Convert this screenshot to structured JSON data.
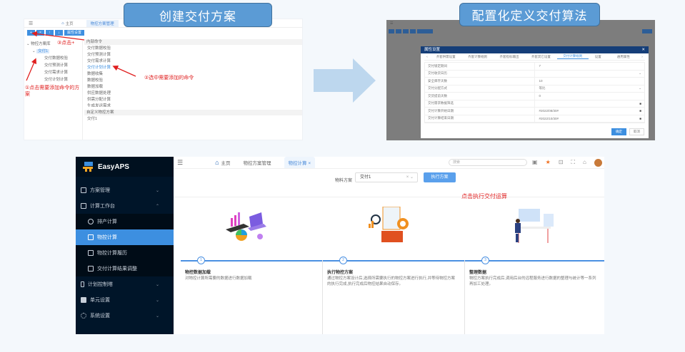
{
  "callouts": {
    "create": "创建交付方案",
    "configure": "配置化定义交付算法"
  },
  "panel1": {
    "header": {
      "home": "主页",
      "tab": "物控方案管理"
    },
    "toolbar": {
      "buttons": [
        "+",
        "×",
        "↑",
        "↓"
      ],
      "prop_label": "属性设置"
    },
    "tree": {
      "root": "物控方案库",
      "scheme": "交付1",
      "children": [
        "交付数据校验",
        "交付预测计算",
        "交付需求计算",
        "交付计划计算"
      ]
    },
    "commands": {
      "internal_header": "内部命令",
      "internal": [
        "交付数据校验",
        "交付预测计算",
        "交付需求计算",
        "交付计划计算",
        "数据收集",
        "数据校验",
        "数据加载",
        "供应数据处理",
        "供需分配计算",
        "生成发运需求"
      ],
      "custom_header": "自定义物控方案",
      "custom": [
        "交付1"
      ]
    },
    "annotations": {
      "step1": "①点击需要添加命令的方案",
      "step2": "②选中需要添加的命令",
      "step3": "③点击+"
    }
  },
  "panel2": {
    "dialog_title": "属性设置",
    "tabs": [
      "齐套供需设置",
      "齐套计算规则",
      "齐套指标输出",
      "齐套其它设置",
      "交付计算规则",
      "设置",
      "通用属性"
    ],
    "active_tab": "交付计算规则",
    "rows": [
      {
        "key": "交付锁定期间",
        "value": "7",
        "icon": ""
      },
      {
        "key": "交付收货日历",
        "value": "",
        "icon": "chevron"
      },
      {
        "key": "安全库存天数",
        "value": "10",
        "icon": ""
      },
      {
        "key": "交付分配方式",
        "value": "等比",
        "icon": "chevron"
      },
      {
        "key": "交货提前天数",
        "value": "0",
        "icon": ""
      },
      {
        "key": "交付需求数据筛选",
        "value": "",
        "icon": "edit"
      },
      {
        "key": "交付计算开始日期",
        "value": "#2022/08/30#",
        "icon": "edit"
      },
      {
        "key": "交付计算结束日期",
        "value": "#2022/10/30#",
        "icon": "edit"
      }
    ],
    "ok": "确定",
    "cancel": "取消"
  },
  "app": {
    "brand": "EasyAPS",
    "menu": [
      {
        "label": "方案管理",
        "chev": "⌄"
      },
      {
        "label": "计算工作台",
        "chev": "⌃"
      }
    ],
    "submenu": [
      "排产计算",
      "物控计算",
      "物控计算履历",
      "交付计算结果调整"
    ],
    "menu2": [
      {
        "label": "计划控制塔",
        "chev": "⌄"
      },
      {
        "label": "单元设置",
        "chev": "⌄"
      },
      {
        "label": "系统设置",
        "chev": "⌄"
      }
    ],
    "header": {
      "home": "主页",
      "tab1": "物控方案管理",
      "tab2": "物控计算",
      "search_placeholder": "搜索"
    },
    "filter": {
      "label": "物料方案",
      "value": "交付1",
      "run": "执行方案"
    },
    "annotation_run": "点击执行交付运算",
    "steps": [
      {
        "num": "1",
        "title": "物控数据加载",
        "desc": "对物控计算所需要的数据进行数据加载"
      },
      {
        "num": "2",
        "title": "执行物控方案",
        "desc": "通过物控方案设计后,选择所需要执行的物控方案进行执行,并等待物控方案的执行完成,执行完成后物控结果自动保存。"
      },
      {
        "num": "3",
        "title": "整理数据",
        "desc": "物控方案执行完成后,调用后台的远程服务进行数据的整理与统计等一系列再加工处理。"
      }
    ]
  },
  "colors": {
    "accent": "#3d8fe0",
    "callout": "#5b9bd5",
    "sidebar": "#001529",
    "annotation": "#e02020"
  }
}
